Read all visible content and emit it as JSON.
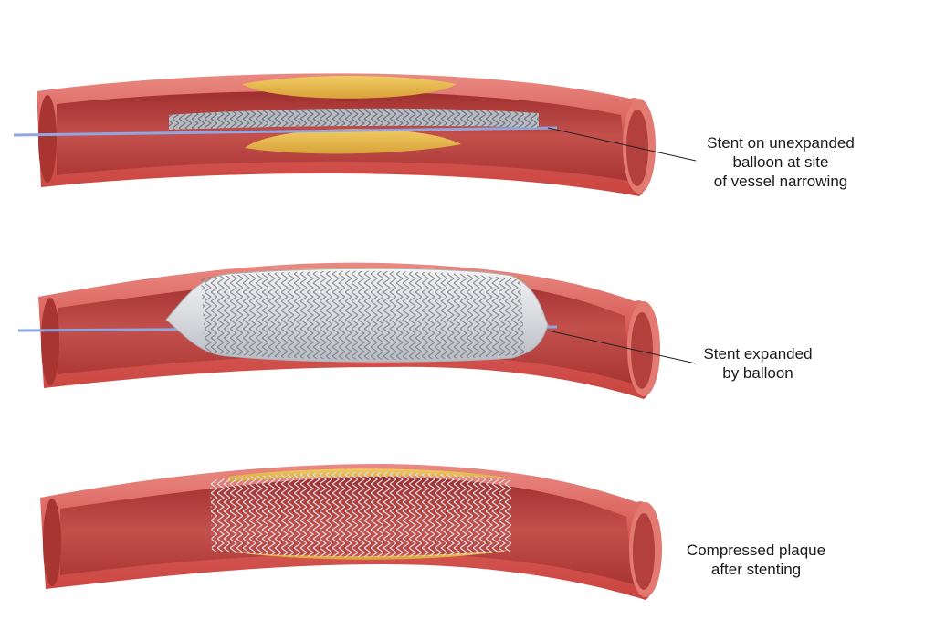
{
  "title": "Balloon angioplasty stent placement stages",
  "stages": [
    {
      "lines": [
        "Stent on unexpanded",
        "balloon at site",
        "of vessel narrowing"
      ]
    },
    {
      "lines": [
        "Stent expanded",
        "by balloon"
      ]
    },
    {
      "lines": [
        "Compressed plaque",
        "after stenting"
      ]
    }
  ],
  "colors": {
    "vessel_wall": "#d9605c",
    "lumen": "#b33c3a",
    "plaque": "#e8b84a",
    "stent": "#a9aeb5",
    "catheter": "#8fa6e0"
  }
}
